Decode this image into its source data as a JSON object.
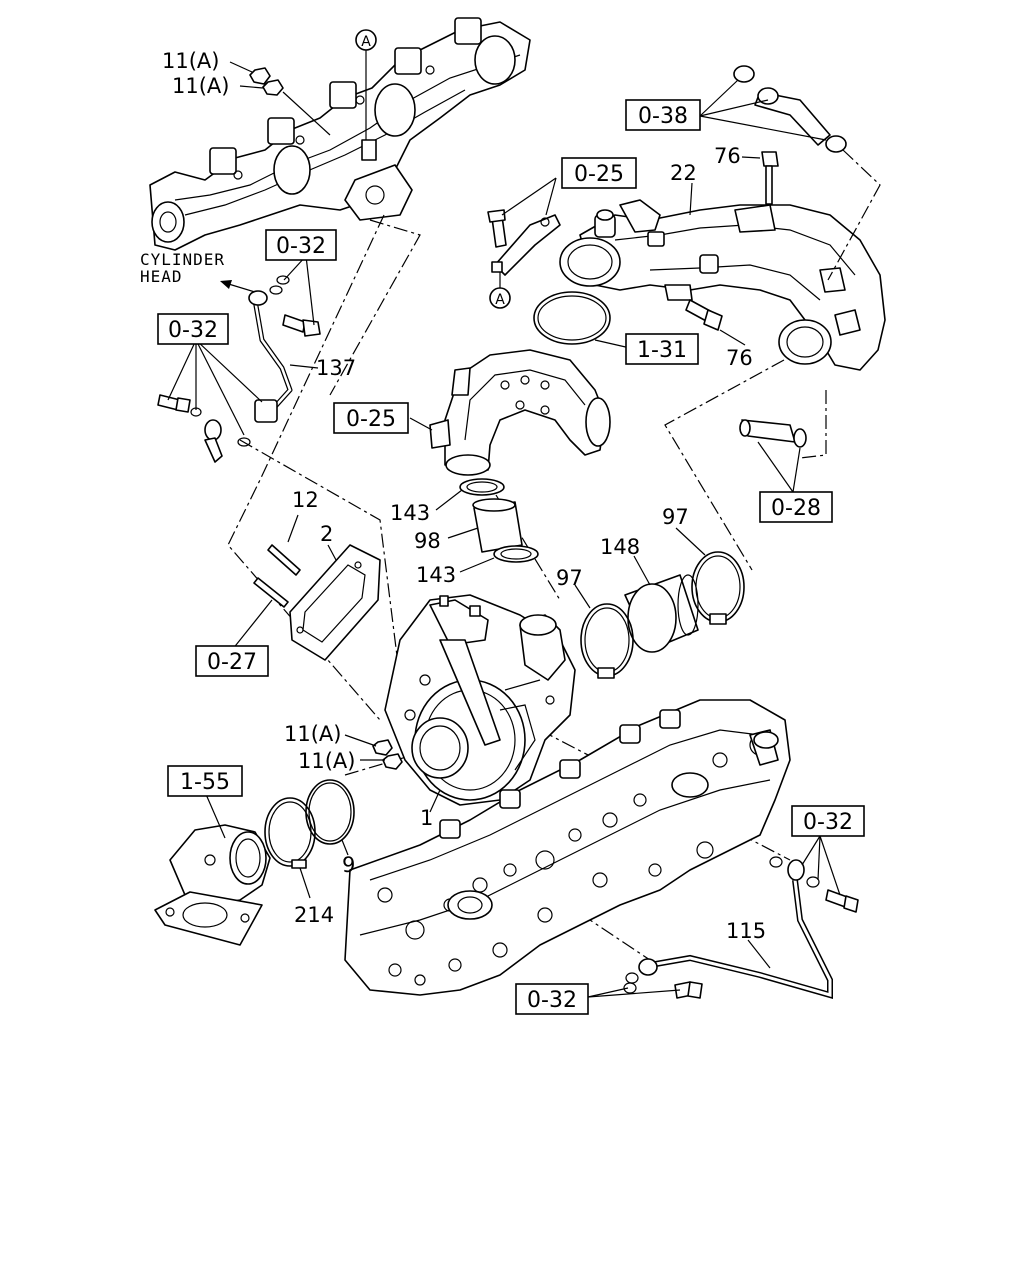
{
  "labels": {
    "l11a_1": "11(A)",
    "l11a_2": "11(A)",
    "l11a_3": "11(A)",
    "l11a_4": "11(A)",
    "l76a": "76",
    "l76b": "76",
    "l22": "22",
    "l137": "137",
    "l143a": "143",
    "l143b": "143",
    "l98": "98",
    "l12": "12",
    "l2": "2",
    "l97a": "97",
    "l97b": "97",
    "l148": "148",
    "l1": "1",
    "l9": "9",
    "l214": "214",
    "l115": "115",
    "cyl1": "CYLINDER",
    "cyl2": "HEAD",
    "circA1": "A",
    "circA2": "A"
  },
  "refs": {
    "r038": "0-38",
    "r025a": "0-25",
    "r032a": "0-32",
    "r032b": "0-32",
    "r131": "1-31",
    "r025b": "0-25",
    "r028": "0-28",
    "r027": "0-27",
    "r155": "1-55",
    "r032c": "0-32",
    "r032d": "0-32"
  }
}
